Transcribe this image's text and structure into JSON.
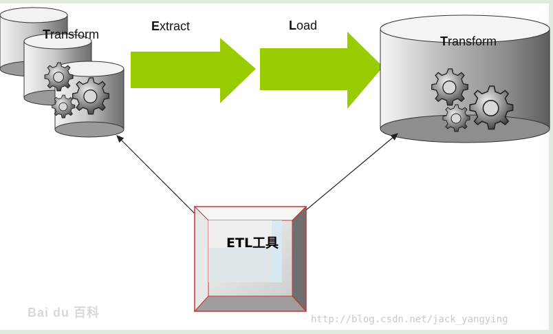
{
  "source_group": {
    "label_first": "T",
    "label_rest": "ransform"
  },
  "arrows": {
    "extract": {
      "first": "E",
      "rest": "xtract"
    },
    "load": {
      "first": "L",
      "rest": "oad"
    }
  },
  "target_db": {
    "label_first": "T",
    "label_rest": "ransform"
  },
  "etl_tool": {
    "label": "ETL工具"
  },
  "watermarks": {
    "url": "http://blog.csdn.net/jack_yangying",
    "baidu": "Bai du 百科"
  },
  "colors": {
    "arrow_green": "#99cc00",
    "border_strip": "#dfe9dc",
    "box_red": "#cc3333"
  }
}
